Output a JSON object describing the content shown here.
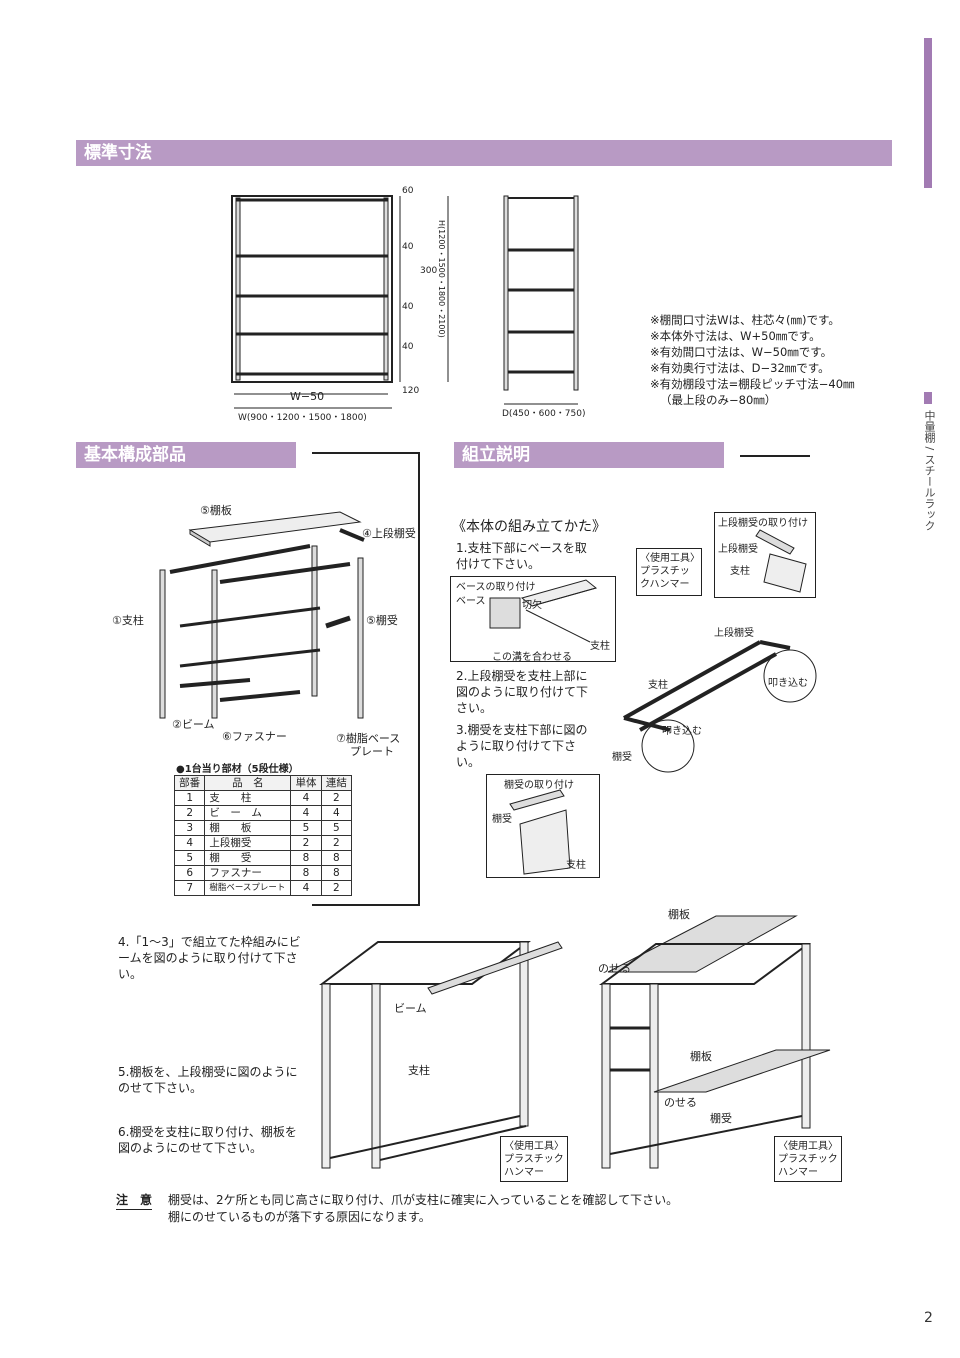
{
  "side": {
    "vertical_text": "中量棚 / スチールラック"
  },
  "sections": {
    "standard": "標準寸法",
    "parts": "基本構成部品",
    "assembly": "組立説明"
  },
  "dimensions": {
    "w_inner": "W−50",
    "w_list": "W(900・1200・1500・1800)",
    "depth_list": "D(450・600・750)",
    "heights": [
      "60",
      "40",
      "40",
      "40",
      "120"
    ],
    "pitch": "300",
    "total_h": "H(1200・1500・1800・2100)"
  },
  "notes": [
    "※棚間口寸法Wは、柱芯々(㎜)です。",
    "※本体外寸法は、W+50㎜です。",
    "※有効間口寸法は、W−50㎜です。",
    "※有効奥行寸法は、D−32㎜です。",
    "※有効棚段寸法=棚段ピッチ寸法−40㎜",
    "（最上段のみ−80㎜）"
  ],
  "parts_labels": {
    "shelf": "⑤棚板",
    "top_holder": "④上段棚受",
    "post": "①支柱",
    "holder": "⑤棚受",
    "beam": "②ビーム",
    "fastener": "⑥ファスナー",
    "base": "⑦樹脂ベース",
    "base2": "プレート"
  },
  "parts_table": {
    "caption": "●1台当り部材（5段仕様）",
    "headers": [
      "部番",
      "品　名",
      "単体",
      "連結"
    ],
    "rows": [
      [
        "1",
        "支　　柱",
        "4",
        "2"
      ],
      [
        "2",
        "ビ　ー　ム",
        "4",
        "4"
      ],
      [
        "3",
        "棚　　板",
        "5",
        "5"
      ],
      [
        "4",
        "上段棚受",
        "2",
        "2"
      ],
      [
        "5",
        "棚　　受",
        "8",
        "8"
      ],
      [
        "6",
        "ファスナー",
        "8",
        "8"
      ],
      [
        "7",
        "樹脂ベースプレート",
        "4",
        "2"
      ]
    ]
  },
  "assembly": {
    "title": "《本体の組み立てかた》",
    "step1": "1.支柱下部にベースを取付けて下さい。",
    "step1_box_title": "ベースの取り付け",
    "step1_labels": [
      "ベース",
      "切欠",
      "支柱",
      "この溝を合わせる"
    ],
    "tool1": "〈使用工具〉プラスチックハンマー",
    "top_box_title": "上段棚受の取り付け",
    "top_box_labels": [
      "上段棚受",
      "支柱"
    ],
    "step2": "2.上段棚受を支柱上部に図のように取り付けて下さい。",
    "frame_labels": [
      "上段棚受",
      "支柱",
      "叩き込む",
      "叩き込む",
      "棚受"
    ],
    "step3": "3.棚受を支柱下部に図のように取り付けて下さい。",
    "holder_box_title": "棚受の取り付け",
    "holder_box_labels": [
      "棚受",
      "支柱"
    ]
  },
  "lower": {
    "step4": "4.「1〜3」で組立てた枠組みにビームを図のように取り付けて下さい。",
    "step5": "5.棚板を、上段棚受に図のようにのせて下さい。",
    "step6": "6.棚受を支柱に取り付け、棚板を図のようにのせて下さい。",
    "labels_left": [
      "ビーム",
      "支柱"
    ],
    "labels_right": [
      "棚板",
      "のせる",
      "棚板",
      "のせる",
      "棚受"
    ],
    "tool": "〈使用工具〉プラスチックハンマー"
  },
  "caution": {
    "label": "注　意",
    "line1": "棚受は、2ケ所とも同じ高さに取り付け、爪が支柱に確実に入っていることを確認して下さい。",
    "line2": "棚にのせているものが落下する原因になります。"
  },
  "page_number": "2"
}
